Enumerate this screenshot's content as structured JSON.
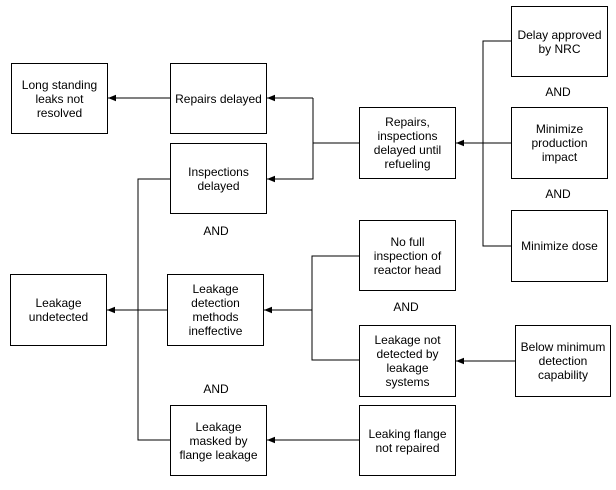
{
  "nodes": {
    "long_standing_leaks": "Long standing leaks not resolved",
    "repairs_delayed": "Repairs delayed",
    "inspections_delayed": "Inspections delayed",
    "repairs_inspections_delayed_refueling": "Repairs, inspections delayed until refueling",
    "delay_approved_nrc": "Delay approved by NRC",
    "minimize_production_impact": "Minimize production impact",
    "minimize_dose": "Minimize dose",
    "leakage_undetected": "Leakage undetected",
    "leakage_detection_ineffective": "Leakage detection methods ineffective",
    "no_full_inspection": "No full inspection of reactor head",
    "leakage_not_detected_systems": "Leakage not detected by leakage systems",
    "below_minimum_detection": "Below minimum detection capability",
    "leakage_masked_flange": "Leakage masked by flange leakage",
    "leaking_flange_not_repaired": "Leaking flange not repaired"
  },
  "gates": {
    "and_1": "AND",
    "and_2": "AND",
    "and_3": "AND",
    "and_4": "AND",
    "and_5": "AND"
  },
  "colors": {
    "line": "#000000",
    "box_border": "#000000",
    "background": "#ffffff"
  }
}
